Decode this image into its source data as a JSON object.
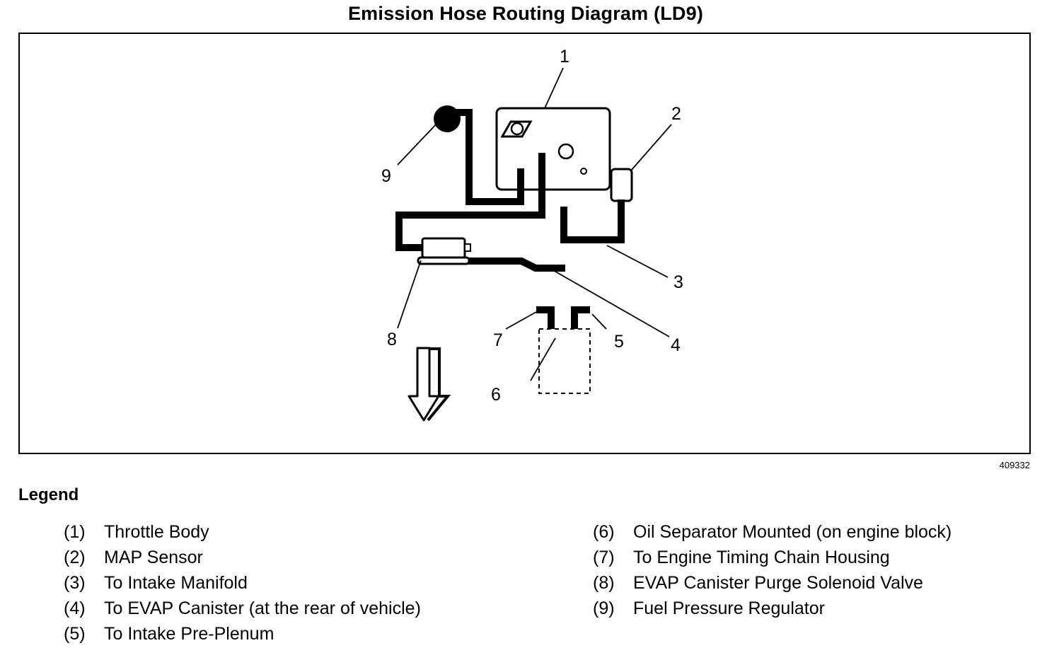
{
  "title": "Emission Hose Routing Diagram (LD9)",
  "figure_number": "409332",
  "callouts": [
    "1",
    "2",
    "3",
    "4",
    "5",
    "6",
    "7",
    "8",
    "9"
  ],
  "legend": {
    "heading": "Legend",
    "left": [
      {
        "num": "(1)",
        "text": "Throttle Body"
      },
      {
        "num": "(2)",
        "text": "MAP Sensor"
      },
      {
        "num": "(3)",
        "text": "To Intake Manifold"
      },
      {
        "num": "(4)",
        "text": "To EVAP Canister (at the rear of vehicle)"
      },
      {
        "num": "(5)",
        "text": "To Intake Pre-Plenum"
      }
    ],
    "right": [
      {
        "num": "(6)",
        "text": "Oil Separator Mounted (on engine block)"
      },
      {
        "num": "(7)",
        "text": "To Engine Timing Chain Housing"
      },
      {
        "num": "(8)",
        "text": "EVAP Canister Purge Solenoid Valve"
      },
      {
        "num": "(9)",
        "text": "Fuel Pressure Regulator"
      }
    ]
  }
}
